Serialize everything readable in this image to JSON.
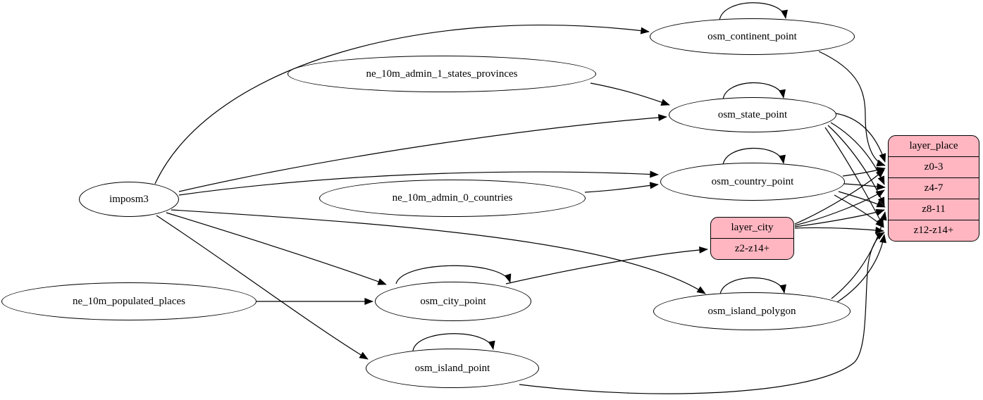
{
  "colors": {
    "background": "#ffffff",
    "record_fill": "#ffb6c1",
    "edge_stroke": "#000000",
    "node_fill": "#ffffff"
  },
  "nodes": {
    "imposm3": {
      "type": "ellipse",
      "label": "imposm3"
    },
    "ne_10m_admin_1_states_provinces": {
      "type": "ellipse",
      "label": "ne_10m_admin_1_states_provinces"
    },
    "ne_10m_admin_0_countries": {
      "type": "ellipse",
      "label": "ne_10m_admin_0_countries"
    },
    "ne_10m_populated_places": {
      "type": "ellipse",
      "label": "ne_10m_populated_places"
    },
    "osm_continent_point": {
      "type": "ellipse",
      "label": "osm_continent_point"
    },
    "osm_state_point": {
      "type": "ellipse",
      "label": "osm_state_point"
    },
    "osm_country_point": {
      "type": "ellipse",
      "label": "osm_country_point"
    },
    "osm_city_point": {
      "type": "ellipse",
      "label": "osm_city_point"
    },
    "osm_island_polygon": {
      "type": "ellipse",
      "label": "osm_island_polygon"
    },
    "osm_island_point": {
      "type": "ellipse",
      "label": "osm_island_point"
    },
    "layer_city": {
      "type": "record",
      "title": "layer_city",
      "rows": [
        "z2-z14+"
      ]
    },
    "layer_place": {
      "type": "record",
      "title": "layer_place",
      "rows": [
        "z0-3",
        "z4-7",
        "z8-11",
        "z12-z14+"
      ]
    }
  },
  "edges": [
    {
      "from": "imposm3",
      "to": "osm_continent_point"
    },
    {
      "from": "imposm3",
      "to": "osm_state_point"
    },
    {
      "from": "imposm3",
      "to": "osm_country_point"
    },
    {
      "from": "imposm3",
      "to": "osm_city_point"
    },
    {
      "from": "imposm3",
      "to": "osm_island_polygon"
    },
    {
      "from": "imposm3",
      "to": "osm_island_point"
    },
    {
      "from": "ne_10m_admin_1_states_provinces",
      "to": "osm_state_point"
    },
    {
      "from": "ne_10m_admin_0_countries",
      "to": "osm_country_point"
    },
    {
      "from": "ne_10m_populated_places",
      "to": "osm_city_point"
    },
    {
      "from": "osm_continent_point",
      "to": "osm_continent_point",
      "self_loop": true
    },
    {
      "from": "osm_state_point",
      "to": "osm_state_point",
      "self_loop": true
    },
    {
      "from": "osm_country_point",
      "to": "osm_country_point",
      "self_loop": true
    },
    {
      "from": "osm_city_point",
      "to": "osm_city_point",
      "self_loop": true
    },
    {
      "from": "osm_island_polygon",
      "to": "osm_island_polygon",
      "self_loop": true
    },
    {
      "from": "osm_island_point",
      "to": "osm_island_point",
      "self_loop": true
    },
    {
      "from": "osm_continent_point",
      "to": "layer_place",
      "to_row": "z0-3"
    },
    {
      "from": "osm_state_point",
      "to": "layer_place",
      "to_row": "z0-3"
    },
    {
      "from": "osm_state_point",
      "to": "layer_place",
      "to_row": "z4-7"
    },
    {
      "from": "osm_state_point",
      "to": "layer_place",
      "to_row": "z8-11"
    },
    {
      "from": "osm_state_point",
      "to": "layer_place",
      "to_row": "z12-z14+"
    },
    {
      "from": "osm_country_point",
      "to": "layer_place",
      "to_row": "z0-3"
    },
    {
      "from": "osm_country_point",
      "to": "layer_place",
      "to_row": "z4-7"
    },
    {
      "from": "osm_country_point",
      "to": "layer_place",
      "to_row": "z8-11"
    },
    {
      "from": "osm_country_point",
      "to": "layer_place",
      "to_row": "z12-z14+"
    },
    {
      "from": "osm_city_point",
      "to": "layer_city",
      "to_row": "z2-z14+"
    },
    {
      "from": "layer_city",
      "to": "layer_place",
      "to_row": "z0-3"
    },
    {
      "from": "layer_city",
      "to": "layer_place",
      "to_row": "z4-7"
    },
    {
      "from": "layer_city",
      "to": "layer_place",
      "to_row": "z8-11"
    },
    {
      "from": "layer_city",
      "to": "layer_place",
      "to_row": "z12-z14+"
    },
    {
      "from": "osm_island_polygon",
      "to": "layer_place",
      "to_row": "z8-11"
    },
    {
      "from": "osm_island_polygon",
      "to": "layer_place",
      "to_row": "z12-z14+"
    },
    {
      "from": "osm_island_point",
      "to": "layer_place",
      "to_row": "z12-z14+"
    }
  ]
}
